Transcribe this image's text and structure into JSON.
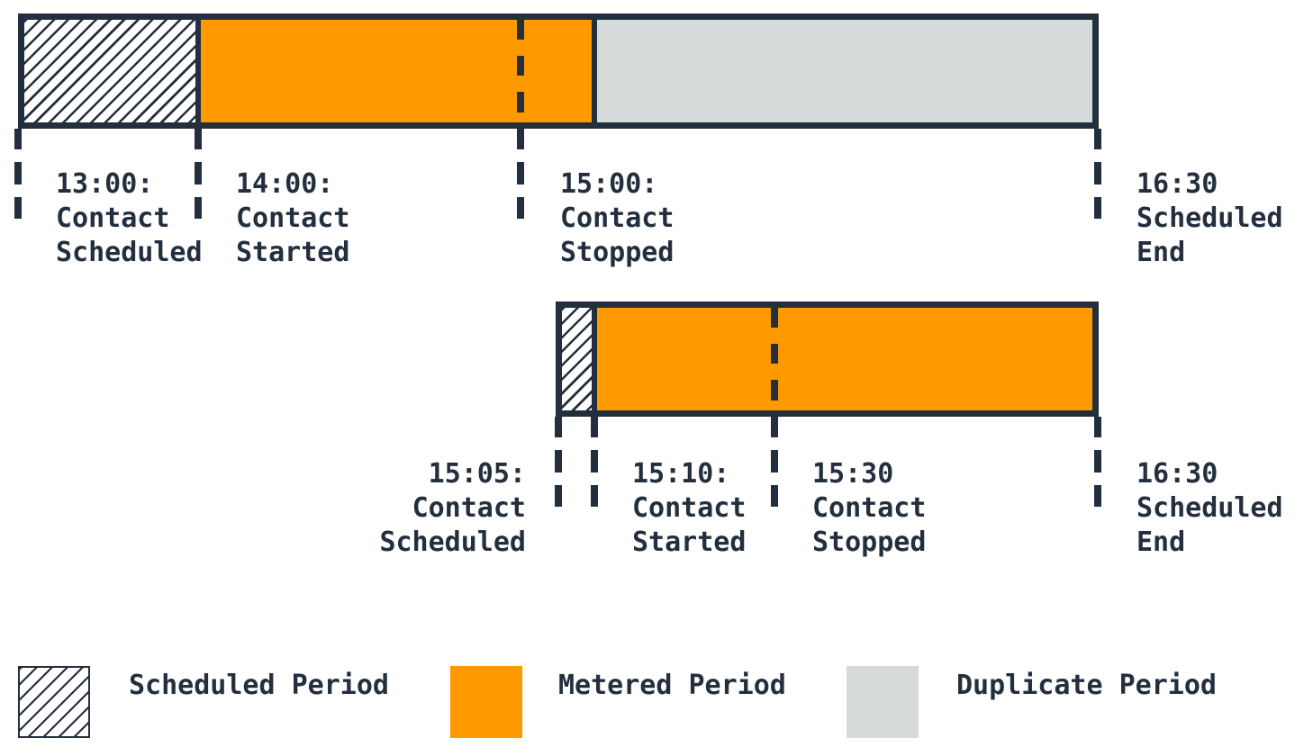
{
  "colors": {
    "ink_navy": "#232f3e",
    "metered_orange": "#ff9900",
    "duplicate_gray": "#d5dbdb",
    "background": "#ffffff"
  },
  "timeline1": {
    "description": "first contact timeline",
    "events": [
      {
        "line1": "13:00:",
        "line2": "Contact",
        "line3": "Scheduled"
      },
      {
        "line1": "14:00:",
        "line2": "Contact",
        "line3": "Started"
      },
      {
        "line1": "15:00:",
        "line2": "Contact",
        "line3": "Stopped"
      },
      {
        "line1": "16:30",
        "line2": "Scheduled",
        "line3": "End"
      }
    ],
    "segments": [
      {
        "period": "Scheduled Period",
        "style": "hatched"
      },
      {
        "period": "Metered Period",
        "style": "orange"
      },
      {
        "period": "Duplicate Period",
        "style": "gray"
      }
    ]
  },
  "timeline2": {
    "description": "second contact timeline",
    "events": [
      {
        "line1": "15:05:",
        "line2": "Contact",
        "line3": "Scheduled"
      },
      {
        "line1": "15:10:",
        "line2": "Contact",
        "line3": "Started"
      },
      {
        "line1": "15:30",
        "line2": "Contact",
        "line3": "Stopped"
      },
      {
        "line1": "16:30",
        "line2": "Scheduled",
        "line3": "End"
      }
    ],
    "segments": [
      {
        "period": "Scheduled Period",
        "style": "hatched"
      },
      {
        "period": "Metered Period",
        "style": "orange"
      }
    ]
  },
  "legend": {
    "items": [
      {
        "label": "Scheduled Period",
        "swatch": "hatched"
      },
      {
        "label": "Metered Period",
        "swatch": "orange"
      },
      {
        "label": "Duplicate Period",
        "swatch": "gray"
      }
    ]
  }
}
